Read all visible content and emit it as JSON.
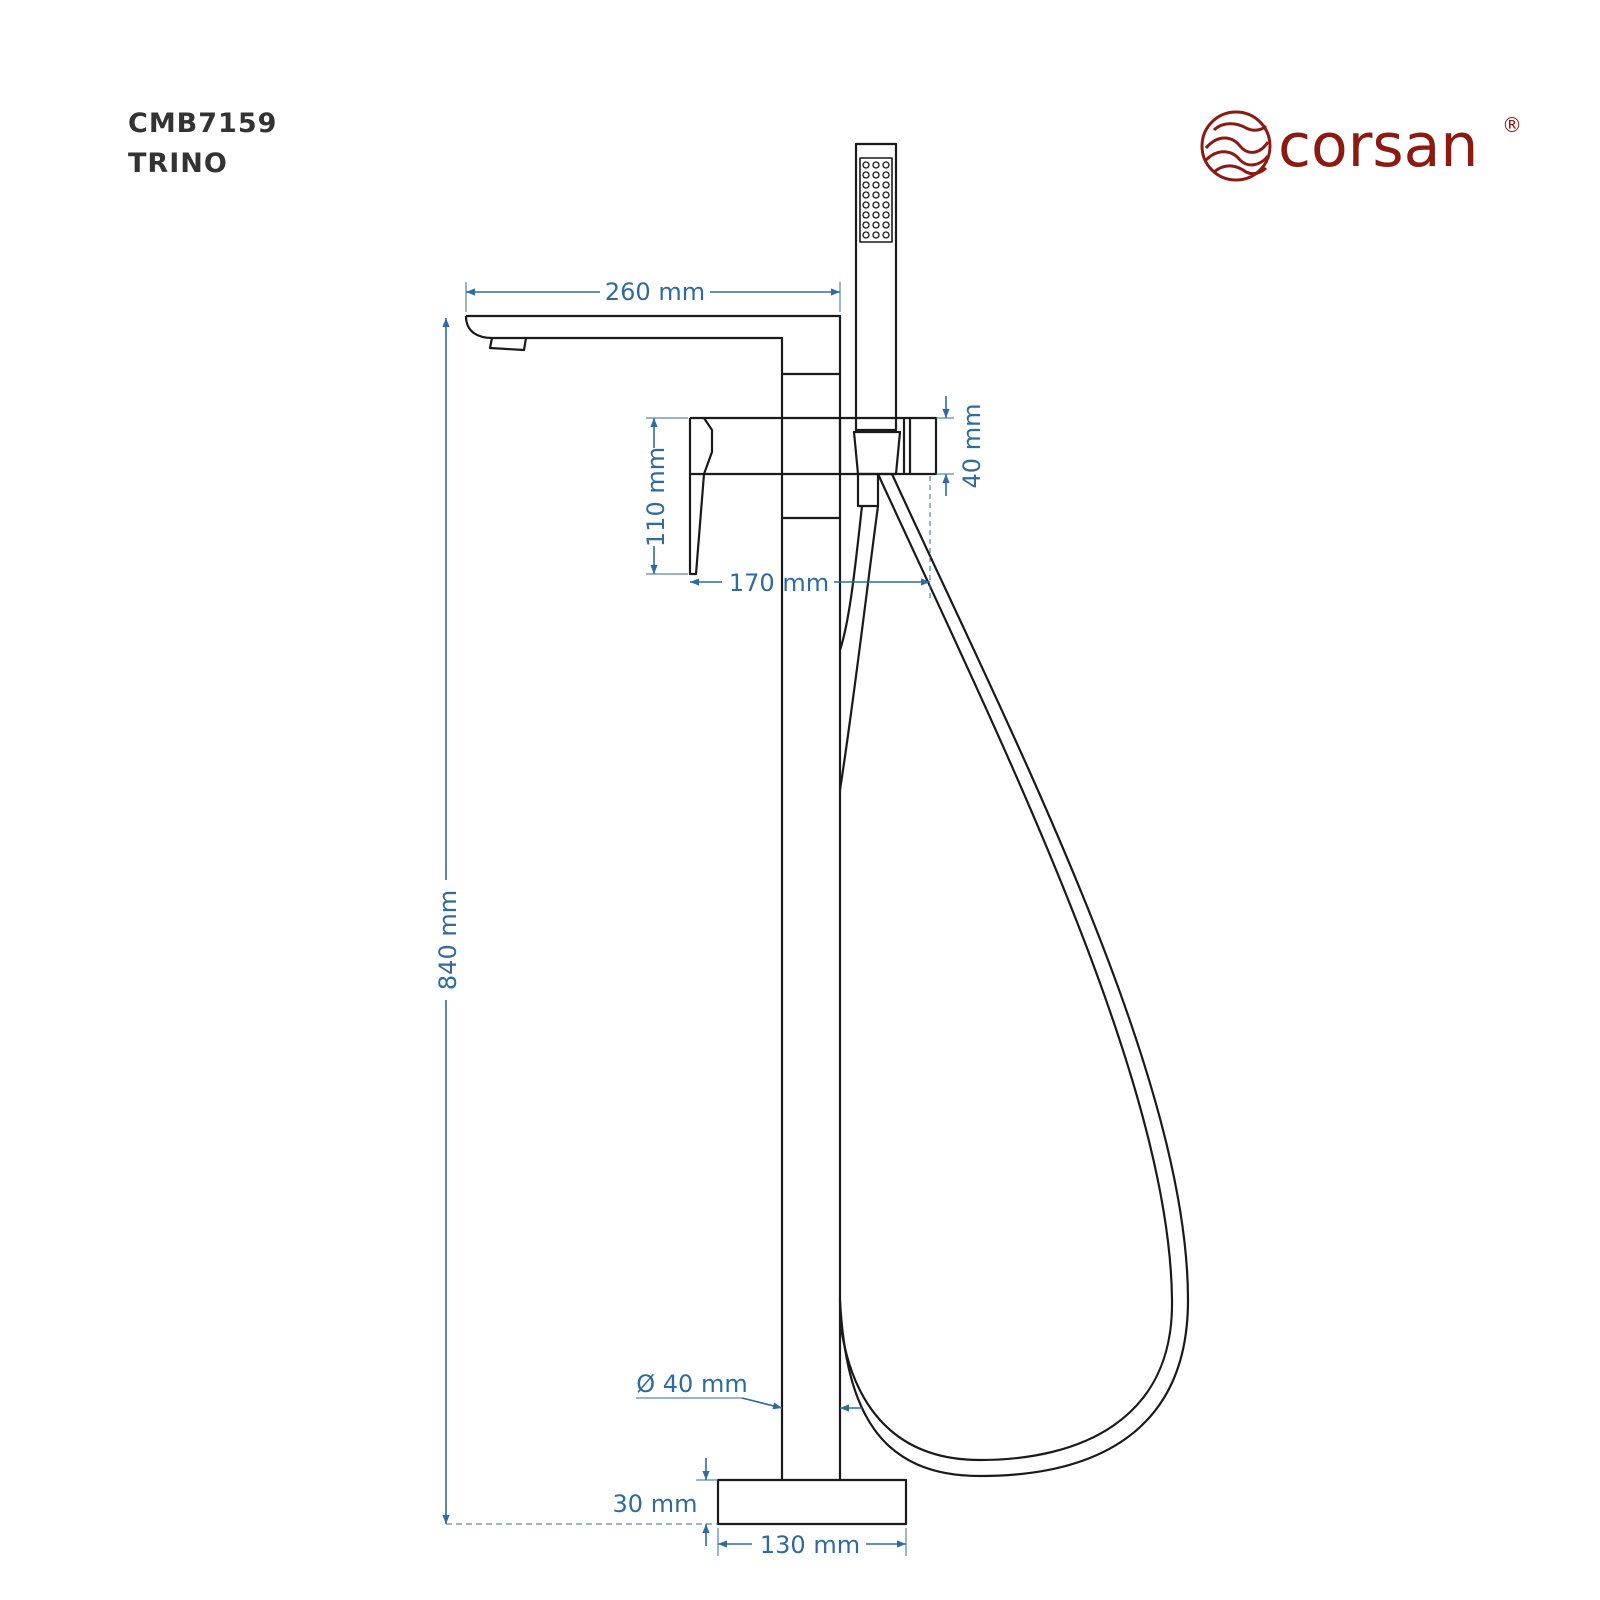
{
  "header": {
    "model_code": "CMB7159",
    "model_name": "TRINO"
  },
  "brand": {
    "name": "corsan",
    "registered_mark": "®",
    "logo_icon": "wave-circle-logo-icon"
  },
  "dimensions": {
    "spout_reach": "260 mm",
    "total_height": "840 mm",
    "lever_height": "110 mm",
    "handset_depth": "170 mm",
    "holder_height": "40 mm",
    "column_diameter": "Ø 40 mm",
    "base_height": "30 mm",
    "base_width": "130 mm"
  },
  "colors": {
    "line": "#1a1a1a",
    "dimension": "#2f6b9e",
    "brand": "#8b1a12",
    "model_text": "#333333"
  }
}
